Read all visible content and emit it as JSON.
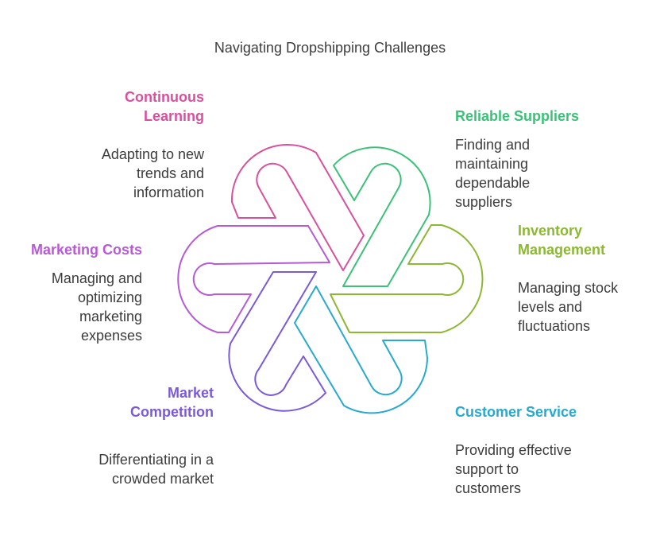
{
  "title": "Navigating Dropshipping Challenges",
  "items": [
    {
      "label": "Continuous Learning",
      "description": "Adapting to new trends and information",
      "color": "#d9519c"
    },
    {
      "label": "Reliable Suppliers",
      "description": "Finding and maintaining dependable suppliers",
      "color": "#3cc178"
    },
    {
      "label": "Inventory Management",
      "description": "Managing stock levels and fluctuations",
      "color": "#8cb832"
    },
    {
      "label": "Customer Service",
      "description": "Providing effective support to customers",
      "color": "#28a9cf"
    },
    {
      "label": "Market Competition",
      "description": "Differentiating in a crowded market",
      "color": "#7a5ad8"
    },
    {
      "label": "Marketing Costs",
      "description": "Managing and optimizing marketing expenses",
      "color": "#b65ad6"
    }
  ]
}
